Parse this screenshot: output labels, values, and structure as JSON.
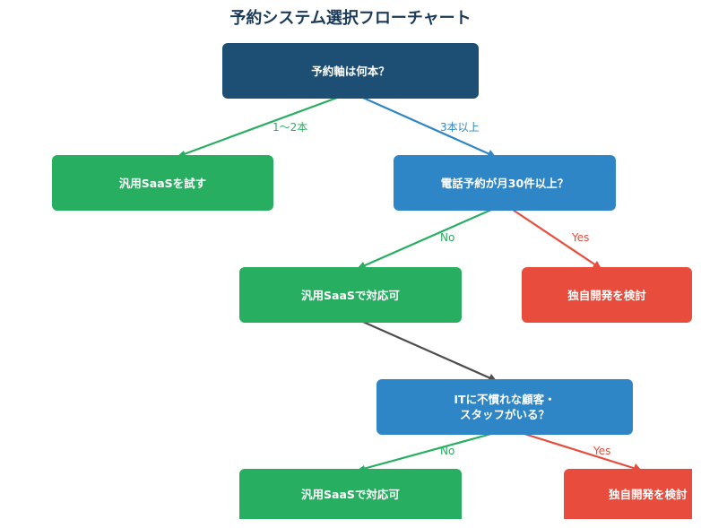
{
  "title": "予約システム選択フローチャート",
  "nodes": {
    "root": "予約軸は何本？",
    "try_saas": "汎用SaaSを試す",
    "phone_q": "電話予約が月30件以上？",
    "saas_ok_1": "汎用SaaSで対応可",
    "custom_1": "独自開発を検討",
    "it_q": "ITに不慣れな顧客・\nスタッフがいる？",
    "saas_ok_2": "汎用SaaSで対応可",
    "custom_2": "独自開発を検討"
  },
  "edge_labels": {
    "root_left": "1〜2本",
    "root_right": "3本以上",
    "phone_no": "No",
    "phone_yes": "Yes",
    "it_no": "No",
    "it_yes": "Yes"
  },
  "colors": {
    "title": "#1b3a57",
    "root": "#1d4f75",
    "question": "#2f86c6",
    "saas": "#27ae60",
    "custom": "#e74c3c",
    "neutral_edge": "#4d4d4d"
  }
}
